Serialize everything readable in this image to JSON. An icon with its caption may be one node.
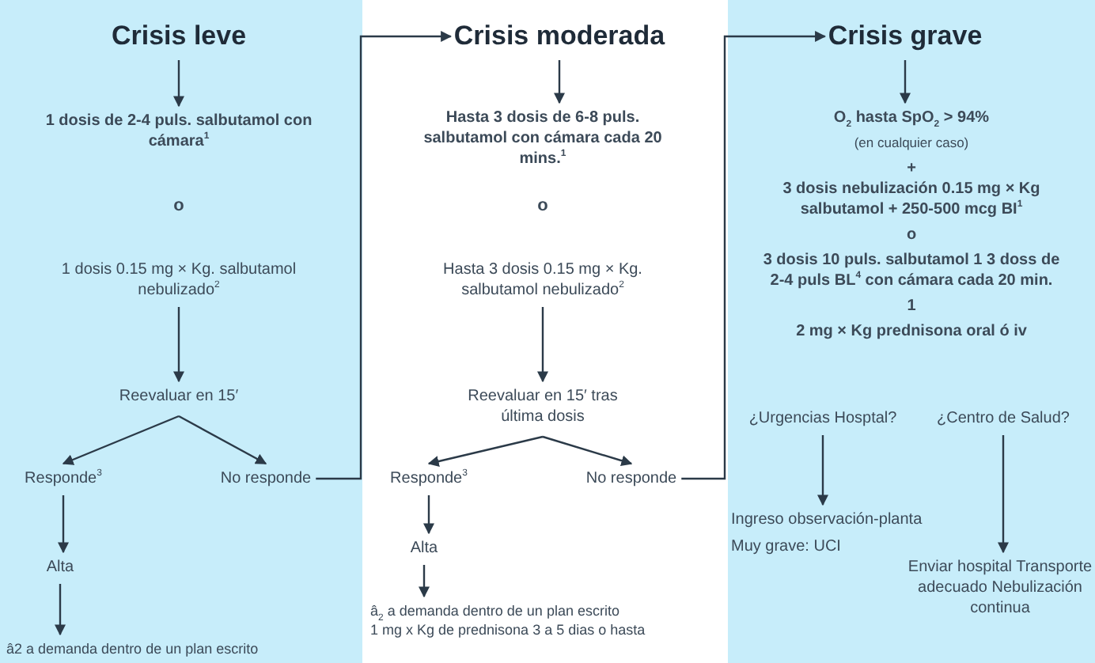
{
  "diagram": {
    "nodes": [
      {
        "text": [
          "Crisis leve"
        ]
      },
      {
        "text": [
          "1 dosis de 2-4 puls. salbutamol con cámara$^{1}$"
        ]
      },
      {
        "text": [
          "1 dosis 0.15 mg × Kg. salbutamol nebulizado$^{2}$"
        ]
      },
      {
        "text": [
          "Reevaluar en 15′"
        ]
      },
      {
        "text": [
          "Responde$^{3}$"
        ]
      },
      {
        "text": [
          "No responde"
        ]
      },
      {
        "text": [
          "Alta"
        ]
      },
      {
        "text": [
          "â2 a demanda dentro de un plan escrito"
        ]
      },
      {
        "text": [
          "Crisis moderada"
        ]
      },
      {
        "text": [
          "Hasta 3 dosis de 6-8 puls. salbutamol con cámara cada 20 mins.$^{1}$"
        ]
      },
      {
        "text": [
          "Hasta 3 dosis 0.15 mg × Kg. salbutamol nebulizado$^{2}$"
        ]
      },
      {
        "text": [
          "Reevaluar en 15′ tras última dosis"
        ]
      },
      {
        "text": [
          "Responde$^{3}$"
        ]
      },
      {
        "text": [
          "No responde"
        ]
      },
      {
        "text": [
          "Alta"
        ]
      },
      {
        "text": [
          "â$_{2}$ a demanda dentro de un plan escrito",
          "1 mg x Kg de prednisona 3 a 5 dias o hasta"
        ]
      },
      {
        "text": [
          "Crisis grave"
        ]
      },
      {
        "text": [
          "O$_{2}$ hasta SpO$_{2}$ > 94%",
          "(en cualquier caso)",
          "+",
          "3 dosis nebulización 0.15 mg × Kg salbutamol + 250-500 mcg BI$^{1}$",
          "o",
          "3 dosis 10 puls. salbutamol 1 3 doss de 2-4 puls BL$^{4}$ con cámara cada 20 min.",
          "1",
          "2 mg × Kg prednisona oral ó iv"
        ]
      },
      {
        "text": [
          "¿Urgencias Hosptal?"
        ]
      },
      {
        "text": [
          "¿Centro de Salud?"
        ]
      },
      {
        "text": [
          "Ingreso observación-planta",
          "Muy grave: UCI"
        ]
      },
      {
        "text": [
          "Enviar hospital Transporte adecuado Nebulización continua"
        ]
      }
    ],
    "edges": [
      {
        "from": 0,
        "to": 1,
        "arrow": "to"
      },
      {
        "from": 2,
        "to": 3,
        "arrow": "to"
      },
      {
        "from": 3,
        "to": 4,
        "arrow": "to"
      },
      {
        "from": 3,
        "to": 5,
        "arrow": "to"
      },
      {
        "from": 4,
        "to": 6,
        "arrow": "to"
      },
      {
        "from": 6,
        "to": 7,
        "arrow": "to"
      },
      {
        "from": 5,
        "to": 8,
        "arrow": "to"
      },
      {
        "from": 8,
        "to": 9,
        "arrow": "to"
      },
      {
        "from": 10,
        "to": 11,
        "arrow": "to"
      },
      {
        "from": 11,
        "to": 12,
        "arrow": "to"
      },
      {
        "from": 11,
        "to": 13,
        "arrow": "to"
      },
      {
        "from": 12,
        "to": 14,
        "arrow": "to"
      },
      {
        "from": 14,
        "to": 15,
        "arrow": "to"
      },
      {
        "from": 13,
        "to": 16,
        "arrow": "to"
      },
      {
        "from": 16,
        "to": 17,
        "arrow": "to"
      },
      {
        "from": 18,
        "to": 20,
        "arrow": "to"
      },
      {
        "from": 19,
        "to": 21,
        "arrow": "to"
      }
    ],
    "labels": [
      "o",
      "o"
    ]
  }
}
